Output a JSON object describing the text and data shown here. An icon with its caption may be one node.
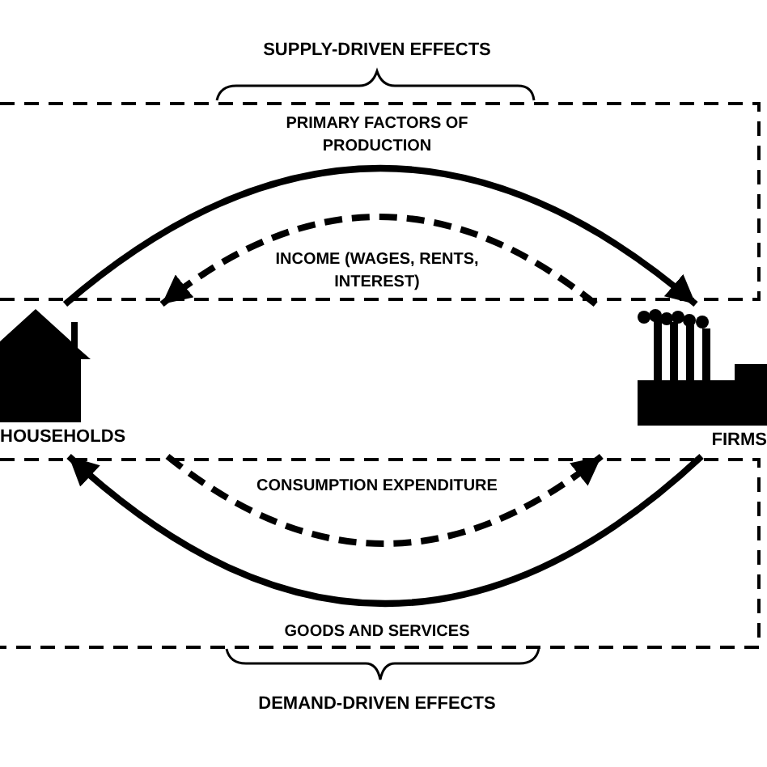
{
  "diagram": {
    "nodes": [
      {
        "text": [
          "HOUSEHOLDS"
        ]
      },
      {
        "text": [
          "FIRMS"
        ]
      }
    ],
    "edges": [
      {
        "from": 0,
        "to": 1,
        "arrow": "to",
        "label": "PRIMARY FACTORS OF PRODUCTION"
      },
      {
        "from": 1,
        "to": 0,
        "arrow": "to",
        "style": "dashed",
        "label": "INCOME (WAGES, RENTS, INTEREST)"
      },
      {
        "from": 0,
        "to": 1,
        "arrow": "to",
        "style": "dashed",
        "label": "CONSUMPTION EXPENDITURE"
      },
      {
        "from": 1,
        "to": 0,
        "arrow": "to",
        "label": "GOODS AND SERVICES"
      }
    ],
    "labels": [
      "SUPPLY-DRIVEN EFFECTS",
      "DEMAND-DRIVEN EFFECTS"
    ]
  }
}
